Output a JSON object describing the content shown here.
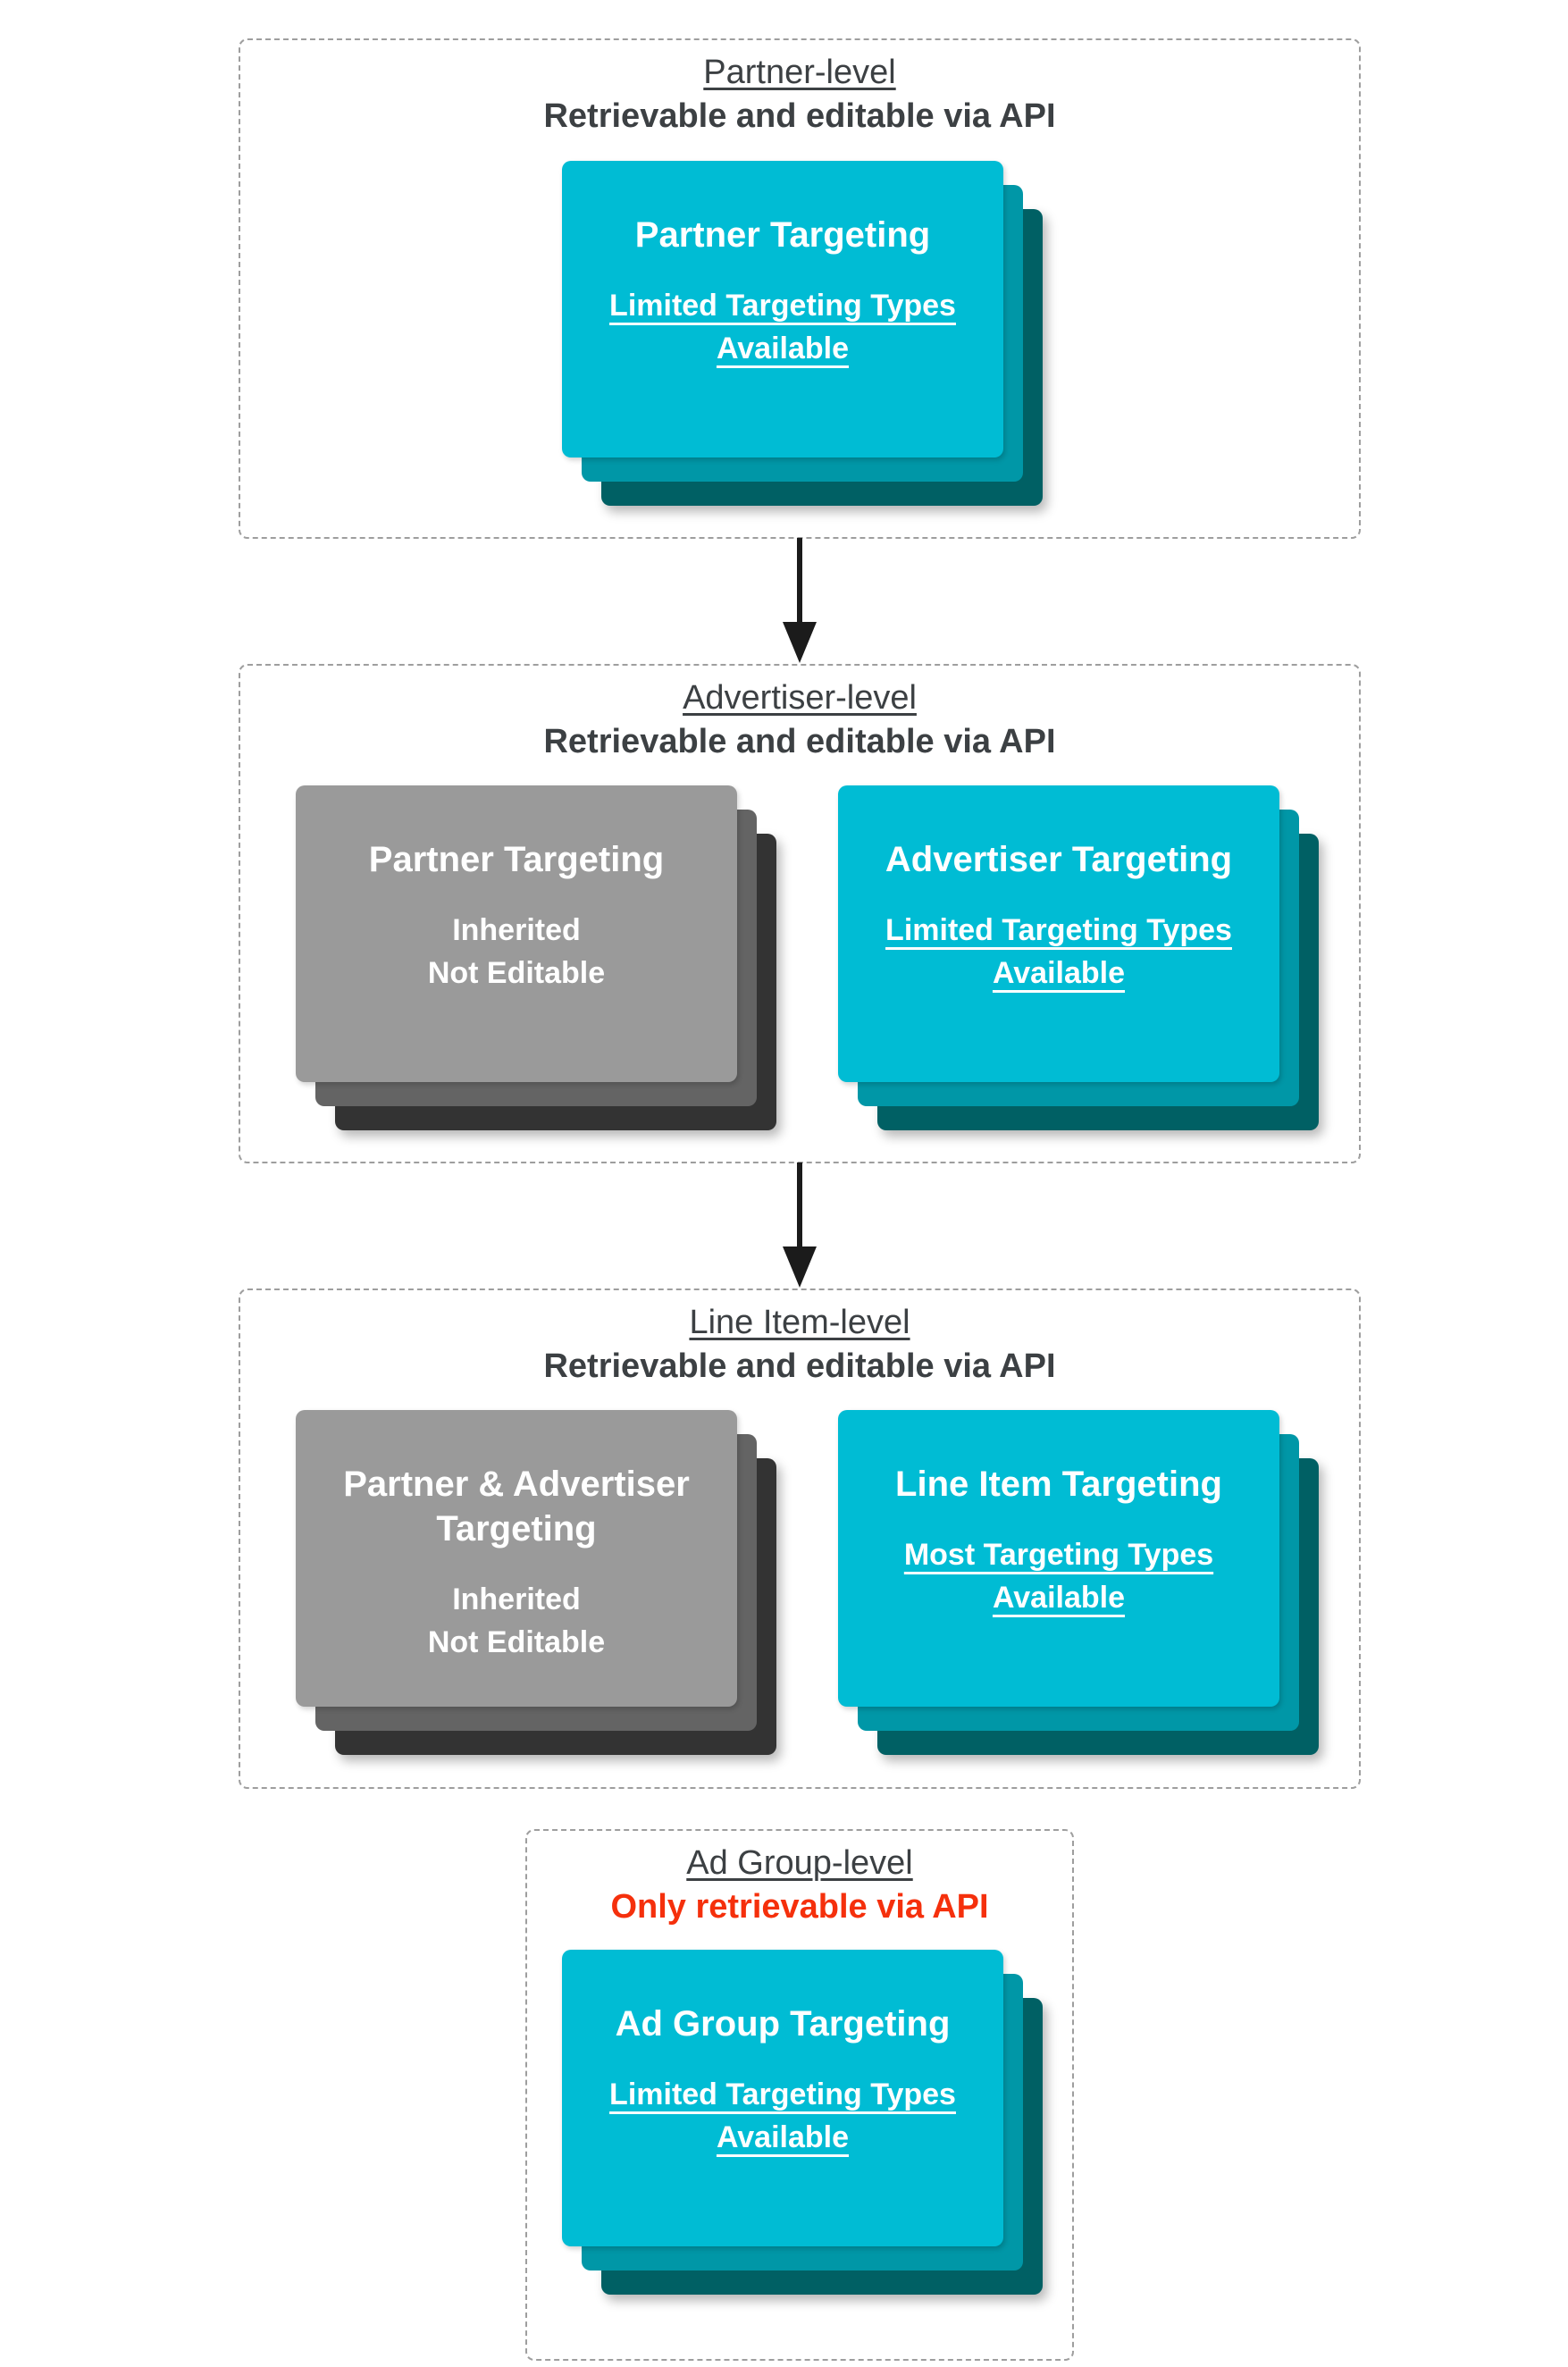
{
  "colors": {
    "cyan": "#00BCD4",
    "cyan-mid": "#0097A7",
    "cyan-dark": "#006064",
    "gray": "#9A9A9A",
    "gray-mid": "#646464",
    "gray-dark": "#333333",
    "text": "#3C4043",
    "red": "#F5300C",
    "border": "#9E9E9E",
    "arrow": "#1B1B1B"
  },
  "sections": [
    {
      "title": "Partner-level",
      "subtitle": "Retrievable and editable via API",
      "cards": [
        {
          "title": "Partner Targeting",
          "line1": "Limited Targeting Types",
          "line2": "Available"
        }
      ]
    },
    {
      "title": "Advertiser-level",
      "subtitle": "Retrievable and editable via API",
      "cards": [
        {
          "title": "Partner Targeting",
          "line1": "Inherited",
          "line2": "Not Editable"
        },
        {
          "title": "Advertiser Targeting",
          "line1": "Limited Targeting Types",
          "line2": "Available"
        }
      ]
    },
    {
      "title": "Line Item-level",
      "subtitle": "Retrievable and editable via API",
      "cards": [
        {
          "title": "Partner & Advertiser Targeting",
          "line1": "Inherited",
          "line2": "Not Editable"
        },
        {
          "title": "Line Item Targeting",
          "line1": "Most Targeting Types",
          "line2": "Available"
        }
      ]
    },
    {
      "title": "Ad Group-level",
      "subtitle": "Only retrievable via API",
      "cards": [
        {
          "title": "Ad Group Targeting",
          "line1": "Limited Targeting Types",
          "line2": "Available"
        }
      ]
    }
  ]
}
